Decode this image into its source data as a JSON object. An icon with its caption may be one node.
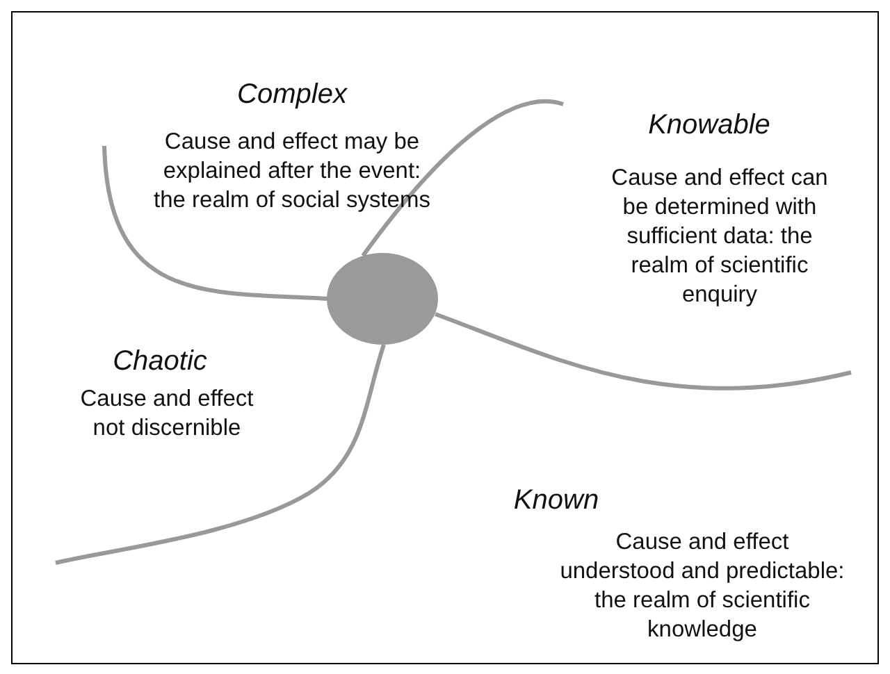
{
  "diagram": {
    "labels": [
      "Complex",
      "Cause and effect may be explained after the event: the realm of social systems",
      "Knowable",
      "Cause and effect can be determined with sufficient data: the realm of scientific enquiry",
      "Chaotic",
      "Cause and effect not discernible",
      "Known",
      "Cause and effect understood and predictable: the realm of scientific knowledge"
    ]
  }
}
